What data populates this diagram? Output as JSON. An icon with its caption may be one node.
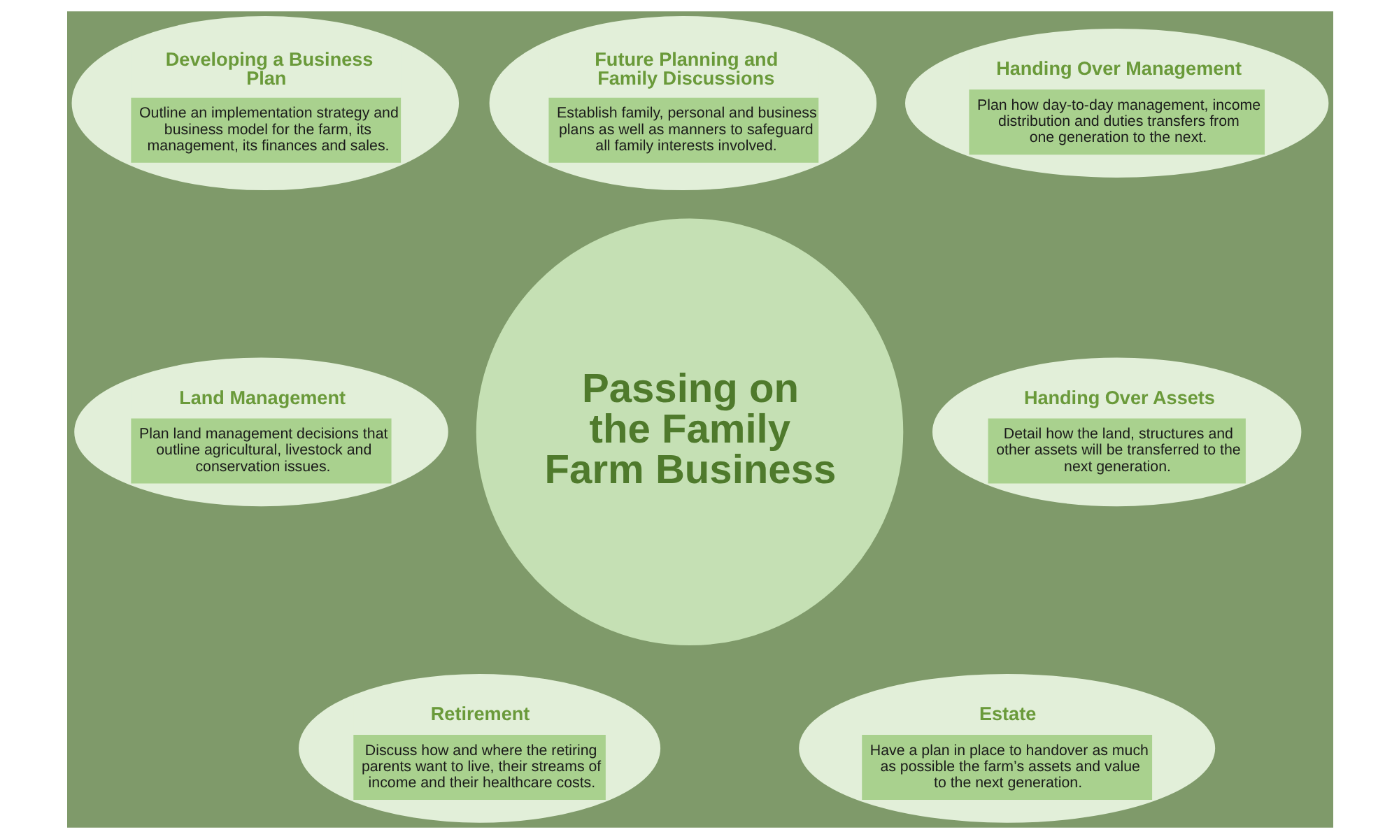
{
  "diagram": {
    "nodes": [
      {
        "text": [
          "Future Planning and Family Discussions",
          "Establish family, personal and business plans as well as manners to safeguard all family interests involved."
        ]
      },
      {
        "text": [
          "Handing Over Management",
          "Plan how day-to-day management, income distribution and duties transfers from one generation to the next."
        ]
      },
      {
        "text": [
          "Developing a Business Plan",
          "Outline an implementation strategy and business model for the farm, its management, its finances and sales."
        ]
      },
      {
        "text": [
          "Passing on the Family Farm Business"
        ]
      },
      {
        "text": [
          "Handing Over Assets",
          "Detail how the land, structures and other assets will be transferred to the next generation."
        ]
      },
      {
        "text": [
          "Land Management",
          "Plan land management decisions that outline agricultural, livestock and conservation issues."
        ]
      },
      {
        "text": [
          "Estate",
          "Have a plan in place to handover as much as possible the farm’s assets and value to the next generation."
        ]
      },
      {
        "text": [
          "Retirement",
          "Discuss how and where the retiring parents want to live, their streams of income and their healthcare costs."
        ]
      }
    ],
    "edges": []
  }
}
